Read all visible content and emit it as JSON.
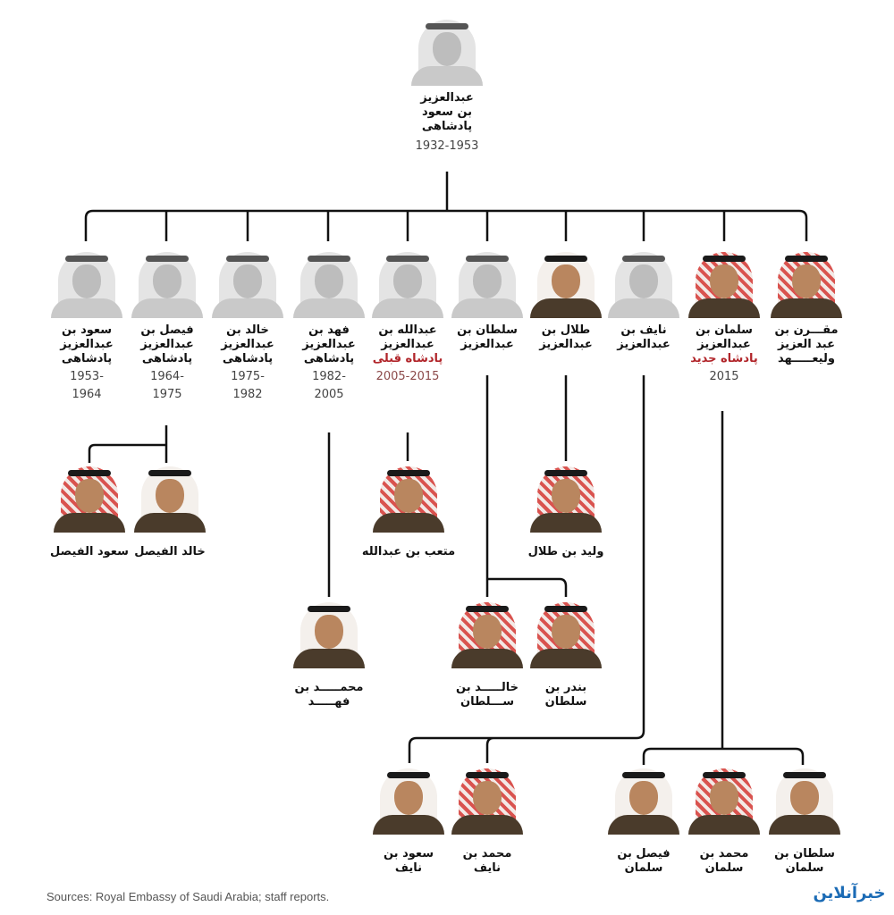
{
  "root": {
    "name": "عبدالعزیز\nبن سعود\nپادشاهی",
    "years": "1932-1953"
  },
  "sons": [
    {
      "id": "muqrin",
      "name": "مقـــرن بن\nعبد العزیز\nولیعـــــهد",
      "role": "",
      "years": ""
    },
    {
      "id": "salman",
      "name": "سلمان بن\nعبدالعزیز",
      "role": "پادشاه جدید",
      "years": "2015"
    },
    {
      "id": "nayef",
      "name": "نایف بن\nعبدالعزیز",
      "role": "",
      "years": ""
    },
    {
      "id": "talal",
      "name": "طلال بن\nعبدالعزیز",
      "role": "",
      "years": ""
    },
    {
      "id": "sultan",
      "name": "سلطان بن\nعبدالعزیز",
      "role": "",
      "years": ""
    },
    {
      "id": "abdullah",
      "name": "عبدالله بن\nعبدالعزیز",
      "role": "پادشاه قبلی",
      "years": "2005-2015"
    },
    {
      "id": "fahd",
      "name": "فهد بن\nعبدالعزیز\nپادشاهی",
      "role": "",
      "years": "1982-\n2005"
    },
    {
      "id": "khalid",
      "name": "خالد بن\nعبدالعزیز\nپادشاهی",
      "role": "",
      "years": "1975-\n1982"
    },
    {
      "id": "faisal",
      "name": "فیصل بن\nعبدالعزیز\nپادشاهی",
      "role": "",
      "years": "1964-\n1975"
    },
    {
      "id": "saud",
      "name": "سعود بن\nعبدالعزیز\nپادشاهی",
      "role": "",
      "years": "1953-\n1964"
    }
  ],
  "grandsons": {
    "khalid_alfaisal": "خالد الفیصل",
    "saud_alfaisal": "سعود الفیصل",
    "mutaib": "متعب بن عبدالله",
    "alwaleed": "ولید بن طلال",
    "mohammed_fahd": "محمـــــد بن\nفهـــــد",
    "khalid_sultan": "خالـــــد بن\nســـلطان",
    "bandar_sultan": "بندر بن\nسلطان",
    "saud_nayef": "سعود بن\nنایف",
    "mohammed_nayef": "محمد بن\nنایف",
    "faisal_salman": "فیصل بن\nسلمان",
    "mohammed_salman": "محمد بن\nسلمان",
    "sultan_salman": "سلطان بن\nسلمان"
  },
  "sources": "Sources: Royal Embassy of Saudi Arabia; staff reports.",
  "logo_text": "خبرآنلاین"
}
